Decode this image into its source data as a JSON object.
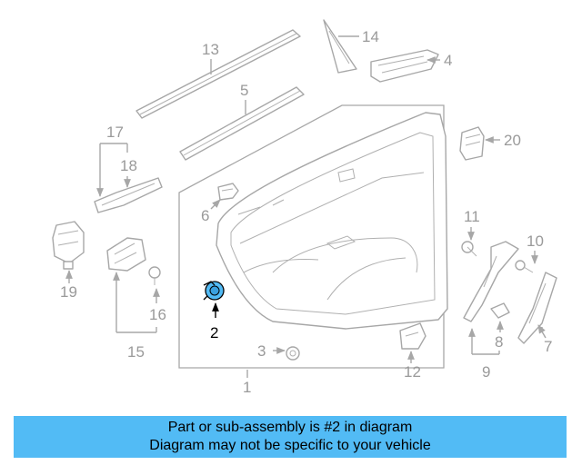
{
  "diagram": {
    "highlight_color": "#52bbf5",
    "callouts": {
      "c1": "1",
      "c2": "2",
      "c3": "3",
      "c4": "4",
      "c5": "5",
      "c6": "6",
      "c7": "7",
      "c8": "8",
      "c9": "9",
      "c10": "10",
      "c11": "11",
      "c12": "12",
      "c13": "13",
      "c14": "14",
      "c15": "15",
      "c16": "16",
      "c17": "17",
      "c18": "18",
      "c19": "19",
      "c20": "20"
    }
  },
  "banner": {
    "line1": "Part or sub-assembly is #2 in diagram",
    "line2": "Diagram may not be specific to your vehicle",
    "color": "#52bbf5"
  }
}
